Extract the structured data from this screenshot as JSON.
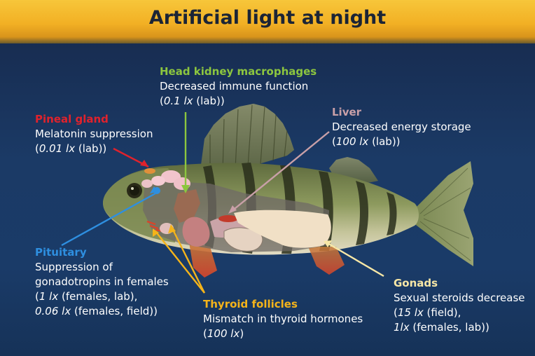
{
  "title": "Artificial light at night",
  "colors": {
    "pineal": "#e0222c",
    "head_kidney": "#8cc63f",
    "liver": "#c9a0a8",
    "pituitary": "#2e8fe0",
    "thyroid": "#f5b41a",
    "gonads": "#f7e7a6"
  },
  "labels": {
    "head_kidney": {
      "heading": "Head kidney macrophages",
      "effect": "Decreased immune function",
      "dose_value": "0.1 lx",
      "dose_rest": " (lab))",
      "dose_open": "("
    },
    "pineal": {
      "heading": "Pineal gland",
      "effect": "Melatonin suppression",
      "dose_open": "(",
      "dose_value": "0.01 lx",
      "dose_rest": " (lab))"
    },
    "liver": {
      "heading": "Liver",
      "effect": "Decreased energy storage",
      "dose_open": "(",
      "dose_value": "100 lx",
      "dose_rest": " (lab))"
    },
    "pituitary": {
      "heading": "Pituitary",
      "effect_1": "Suppression of",
      "effect_2": "gonadotropins in females",
      "dose1_open": "(",
      "dose1_value": "1 lx",
      "dose1_rest": " (females, lab),",
      "dose2_value": "0.06 lx",
      "dose2_rest": " (females, field))"
    },
    "thyroid": {
      "heading": "Thyroid follicles",
      "effect": "Mismatch in thyroid hormones",
      "dose_open": "(",
      "dose_value": "100 lx",
      "dose_rest": ")"
    },
    "gonads": {
      "heading": "Gonads",
      "effect": "Sexual steroids decrease",
      "dose1_open": "(",
      "dose1_value": "15 lx",
      "dose1_rest": " (field),",
      "dose2_value": "1lx",
      "dose2_rest": " (females,  lab))"
    }
  }
}
